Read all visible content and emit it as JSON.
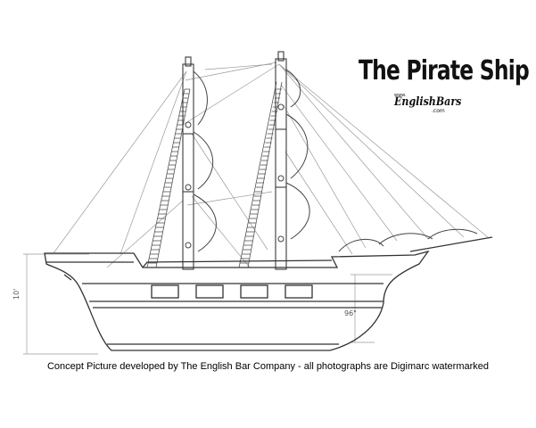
{
  "title": "The Pirate Ship",
  "logo": {
    "prefix": "www.",
    "brand": "EnglishBars",
    "suffix": ".com"
  },
  "caption": "Concept Picture developed by The English Bar Company - all photographs are Digimarc watermarked",
  "dimensions": {
    "left": "10'",
    "right": "96\""
  }
}
